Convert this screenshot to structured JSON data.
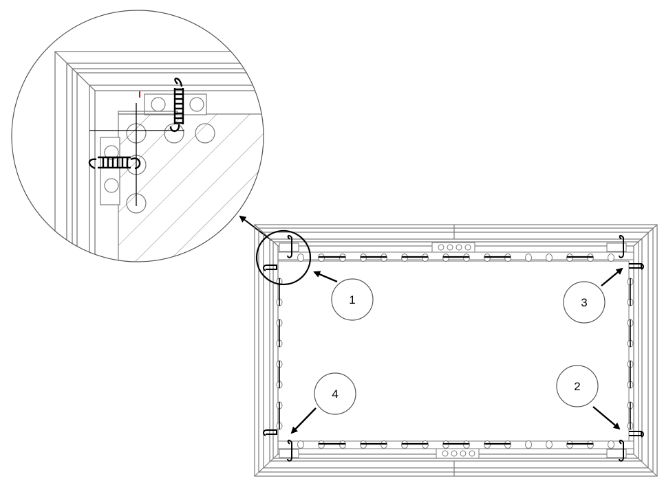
{
  "diagram": {
    "callouts": [
      {
        "id": "corner-1",
        "label": "1"
      },
      {
        "id": "corner-2",
        "label": "2"
      },
      {
        "id": "corner-3",
        "label": "3"
      },
      {
        "id": "corner-4",
        "label": "4"
      }
    ]
  },
  "colors": {
    "line": "#7a7a7a",
    "dark": "#000000",
    "accent": "#e0001b"
  }
}
